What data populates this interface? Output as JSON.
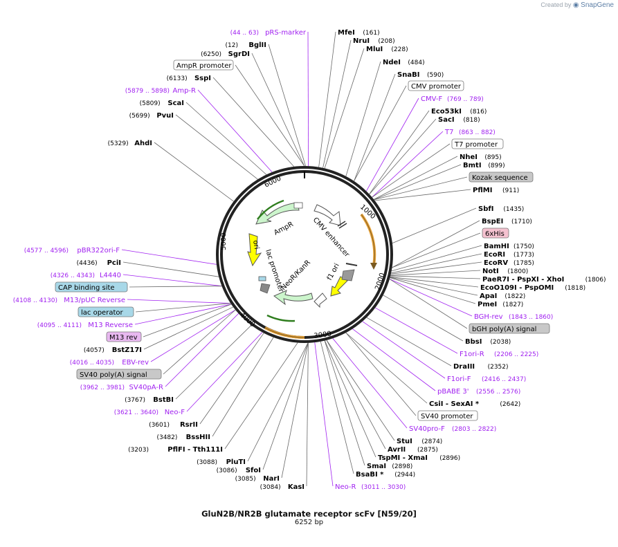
{
  "header": {
    "brand_prefix": "Created by",
    "brand_name": "SnapGene"
  },
  "map": {
    "title": "GluN2B/NR2B glutamate receptor scFv [N59/20]",
    "length_label": "6252 bp",
    "length": 6252,
    "ring_ticks": [
      "1000",
      "2000",
      "3000",
      "4000",
      "5000",
      "6000"
    ]
  },
  "colors": {
    "enzyme": "#000000",
    "primer": "#a020f0",
    "feature_green": "#ccf5cc",
    "feature_yellow": "#ffff00",
    "orange_arc": "#e8a33a",
    "blue_box": "#a8d8e8",
    "grey_box": "#c8c8c8",
    "pink_box": "#f5c2d0",
    "purple_box": "#e8b8f0"
  },
  "right_labels": [
    {
      "name": "MfeI",
      "pos": "(161)",
      "kind": "enzyme"
    },
    {
      "name": "NruI",
      "pos": "(208)",
      "kind": "enzyme"
    },
    {
      "name": "MluI",
      "pos": "(228)",
      "kind": "enzyme"
    },
    {
      "name": "NdeI",
      "pos": "(484)",
      "kind": "enzyme"
    },
    {
      "name": "SnaBI",
      "pos": "(590)",
      "kind": "enzyme"
    },
    {
      "name": "CMV promoter",
      "pos": "",
      "kind": "box-white"
    },
    {
      "name": "CMV-F",
      "pos": "(769 .. 789)",
      "kind": "primer"
    },
    {
      "name": "Eco53kI",
      "pos": "(816)",
      "kind": "enzyme"
    },
    {
      "name": "SacI",
      "pos": "(818)",
      "kind": "enzyme"
    },
    {
      "name": "T7",
      "pos": "(863 .. 882)",
      "kind": "primer"
    },
    {
      "name": "T7 promoter",
      "pos": "",
      "kind": "box-white"
    },
    {
      "name": "NheI",
      "pos": "(895)",
      "kind": "enzyme"
    },
    {
      "name": "BmtI",
      "pos": "(899)",
      "kind": "enzyme"
    },
    {
      "name": "Kozak sequence",
      "pos": "",
      "kind": "box-grey"
    },
    {
      "name": "PflMI",
      "pos": "(911)",
      "kind": "enzyme"
    },
    {
      "name": "SbfI",
      "pos": "(1435)",
      "kind": "enzyme"
    },
    {
      "name": "BspEI",
      "pos": "(1710)",
      "kind": "enzyme"
    },
    {
      "name": "6xHis",
      "pos": "",
      "kind": "box-pink"
    },
    {
      "name": "BamHI",
      "pos": "(1750)",
      "kind": "enzyme"
    },
    {
      "name": "EcoRI",
      "pos": "(1773)",
      "kind": "enzyme"
    },
    {
      "name": "EcoRV",
      "pos": "(1785)",
      "kind": "enzyme"
    },
    {
      "name": "NotI",
      "pos": "(1800)",
      "kind": "enzyme"
    },
    {
      "name": "PaeR7I - PspXI - XhoI",
      "pos": "(1806)",
      "kind": "enzyme"
    },
    {
      "name": "EcoO109I - PspOMI",
      "pos": "(1818)",
      "kind": "enzyme"
    },
    {
      "name": "ApaI",
      "pos": "(1822)",
      "kind": "enzyme"
    },
    {
      "name": "PmeI",
      "pos": "(1827)",
      "kind": "enzyme"
    },
    {
      "name": "BGH-rev",
      "pos": "(1843 .. 1860)",
      "kind": "primer"
    },
    {
      "name": "bGH poly(A) signal",
      "pos": "",
      "kind": "box-grey"
    },
    {
      "name": "BbsI",
      "pos": "(2038)",
      "kind": "enzyme"
    },
    {
      "name": "F1ori-R",
      "pos": "(2206 .. 2225)",
      "kind": "primer"
    },
    {
      "name": "DraIII",
      "pos": "(2352)",
      "kind": "enzyme"
    },
    {
      "name": "F1ori-F",
      "pos": "(2416 .. 2437)",
      "kind": "primer"
    },
    {
      "name": "pBABE 3'",
      "pos": "(2556 .. 2576)",
      "kind": "primer"
    },
    {
      "name": "CsiI - SexAI *",
      "pos": "(2642)",
      "kind": "enzyme"
    },
    {
      "name": "SV40 promoter",
      "pos": "",
      "kind": "box-white"
    },
    {
      "name": "SV40pro-F",
      "pos": "(2803 .. 2822)",
      "kind": "primer"
    },
    {
      "name": "StuI",
      "pos": "(2874)",
      "kind": "enzyme"
    },
    {
      "name": "AvrII",
      "pos": "(2875)",
      "kind": "enzyme"
    },
    {
      "name": "TspMI - XmaI",
      "pos": "(2896)",
      "kind": "enzyme"
    },
    {
      "name": "SmaI",
      "pos": "(2898)",
      "kind": "enzyme"
    },
    {
      "name": "BsaBI *",
      "pos": "(2944)",
      "kind": "enzyme"
    },
    {
      "name": "Neo-R",
      "pos": "(3011 .. 3030)",
      "kind": "primer"
    }
  ],
  "left_labels": [
    {
      "name": "pRS-marker",
      "pos": "(44 .. 63)",
      "kind": "primer"
    },
    {
      "name": "BglII",
      "pos": "(12)",
      "kind": "enzyme"
    },
    {
      "name": "SgrDI",
      "pos": "(6250)",
      "kind": "enzyme"
    },
    {
      "name": "AmpR promoter",
      "pos": "",
      "kind": "box-white"
    },
    {
      "name": "SspI",
      "pos": "(6133)",
      "kind": "enzyme"
    },
    {
      "name": "Amp-R",
      "pos": "(5879 .. 5898)",
      "kind": "primer"
    },
    {
      "name": "ScaI",
      "pos": "(5809)",
      "kind": "enzyme"
    },
    {
      "name": "PvuI",
      "pos": "(5699)",
      "kind": "enzyme"
    },
    {
      "name": "AhdI",
      "pos": "(5329)",
      "kind": "enzyme"
    },
    {
      "name": "pBR322ori-F",
      "pos": "(4577 .. 4596)",
      "kind": "primer"
    },
    {
      "name": "PciI",
      "pos": "(4436)",
      "kind": "enzyme"
    },
    {
      "name": "L4440",
      "pos": "(4326 .. 4343)",
      "kind": "primer"
    },
    {
      "name": "CAP binding site",
      "pos": "",
      "kind": "box-blue"
    },
    {
      "name": "M13/pUC Reverse",
      "pos": "(4108 .. 4130)",
      "kind": "primer"
    },
    {
      "name": "lac operator",
      "pos": "",
      "kind": "box-blue"
    },
    {
      "name": "M13 Reverse",
      "pos": "(4095 .. 4111)",
      "kind": "primer"
    },
    {
      "name": "M13 rev",
      "pos": "",
      "kind": "box-purple"
    },
    {
      "name": "BstZ17I",
      "pos": "(4057)",
      "kind": "enzyme"
    },
    {
      "name": "EBV-rev",
      "pos": "(4016 .. 4035)",
      "kind": "primer"
    },
    {
      "name": "SV40 poly(A) signal",
      "pos": "",
      "kind": "box-grey"
    },
    {
      "name": "SV40pA-R",
      "pos": "(3962 .. 3981)",
      "kind": "primer"
    },
    {
      "name": "BstBI",
      "pos": "(3767)",
      "kind": "enzyme"
    },
    {
      "name": "Neo-F",
      "pos": "(3621 .. 3640)",
      "kind": "primer"
    },
    {
      "name": "RsrII",
      "pos": "(3601)",
      "kind": "enzyme"
    },
    {
      "name": "BssHII",
      "pos": "(3482)",
      "kind": "enzyme"
    },
    {
      "name": "PflFI - Tth111I",
      "pos": "(3203)",
      "kind": "enzyme"
    },
    {
      "name": "PluTI",
      "pos": "(3088)",
      "kind": "enzyme"
    },
    {
      "name": "SfoI",
      "pos": "(3086)",
      "kind": "enzyme"
    },
    {
      "name": "NarI",
      "pos": "(3085)",
      "kind": "enzyme"
    },
    {
      "name": "KasI",
      "pos": "(3084)",
      "kind": "enzyme"
    }
  ],
  "inner_features": [
    {
      "name": "CMV enhancer"
    },
    {
      "name": "AmpR"
    },
    {
      "name": "ori"
    },
    {
      "name": "lac promoter"
    },
    {
      "name": "NeoR/KanR"
    },
    {
      "name": "f1 ori"
    }
  ]
}
